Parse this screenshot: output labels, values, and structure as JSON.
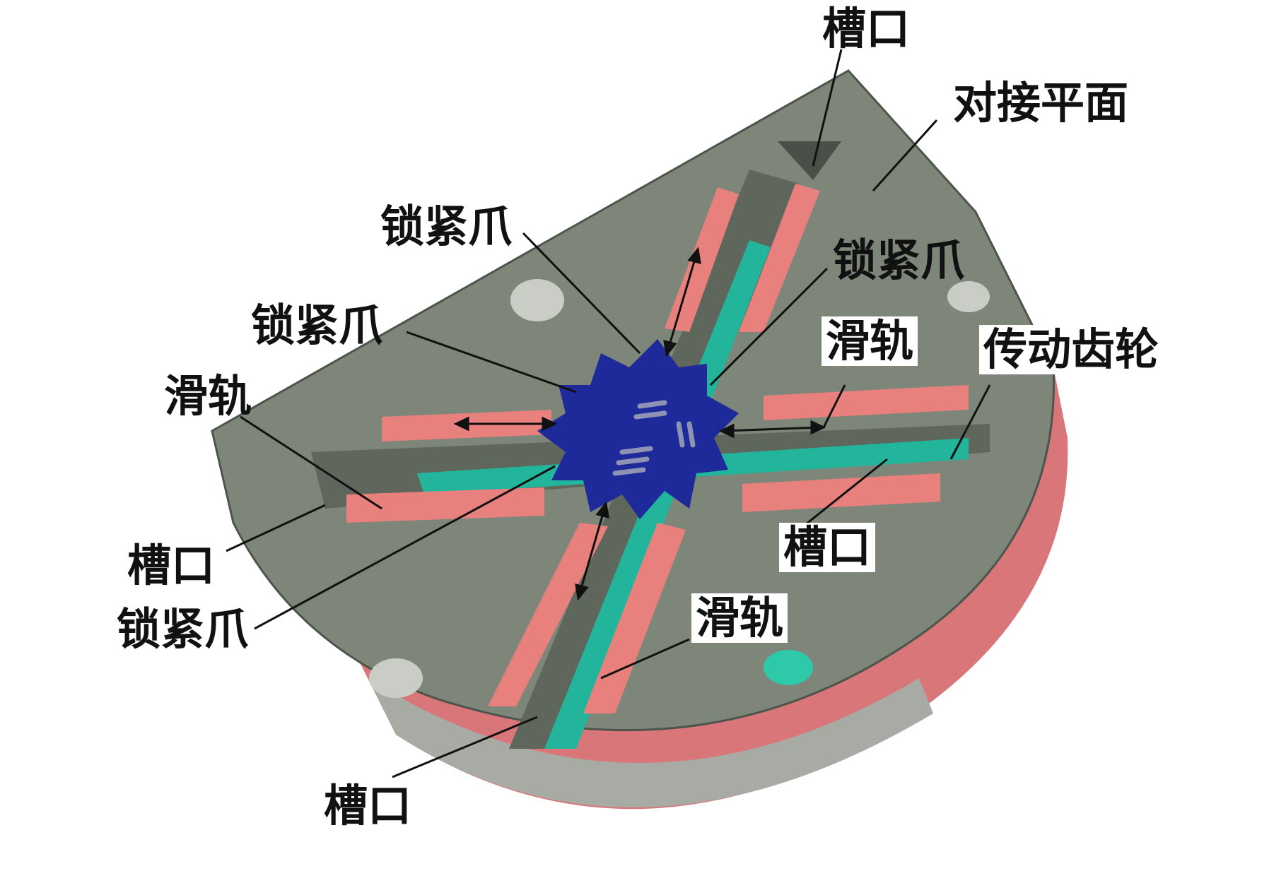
{
  "labels": {
    "slot_top": "槽口",
    "docking_plane": "对接平面",
    "claw_a": "锁紧爪",
    "claw_b": "锁紧爪",
    "claw_c": "锁紧爪",
    "rail_left": "滑轨",
    "rail_right": "滑轨",
    "drive_gear": "传动齿轮",
    "slot_left": "槽口",
    "slot_right": "槽口",
    "claw_d": "锁紧爪",
    "rail_bottom": "滑轨",
    "slot_bottom": "槽口"
  },
  "colors": {
    "plate": "#7d8679",
    "plate_dark": "#5f665c",
    "rim": "#d9767a",
    "rail": "#e8807d",
    "claw": "#1f2a9a",
    "gear": "#22b59c",
    "line": "#111111"
  }
}
